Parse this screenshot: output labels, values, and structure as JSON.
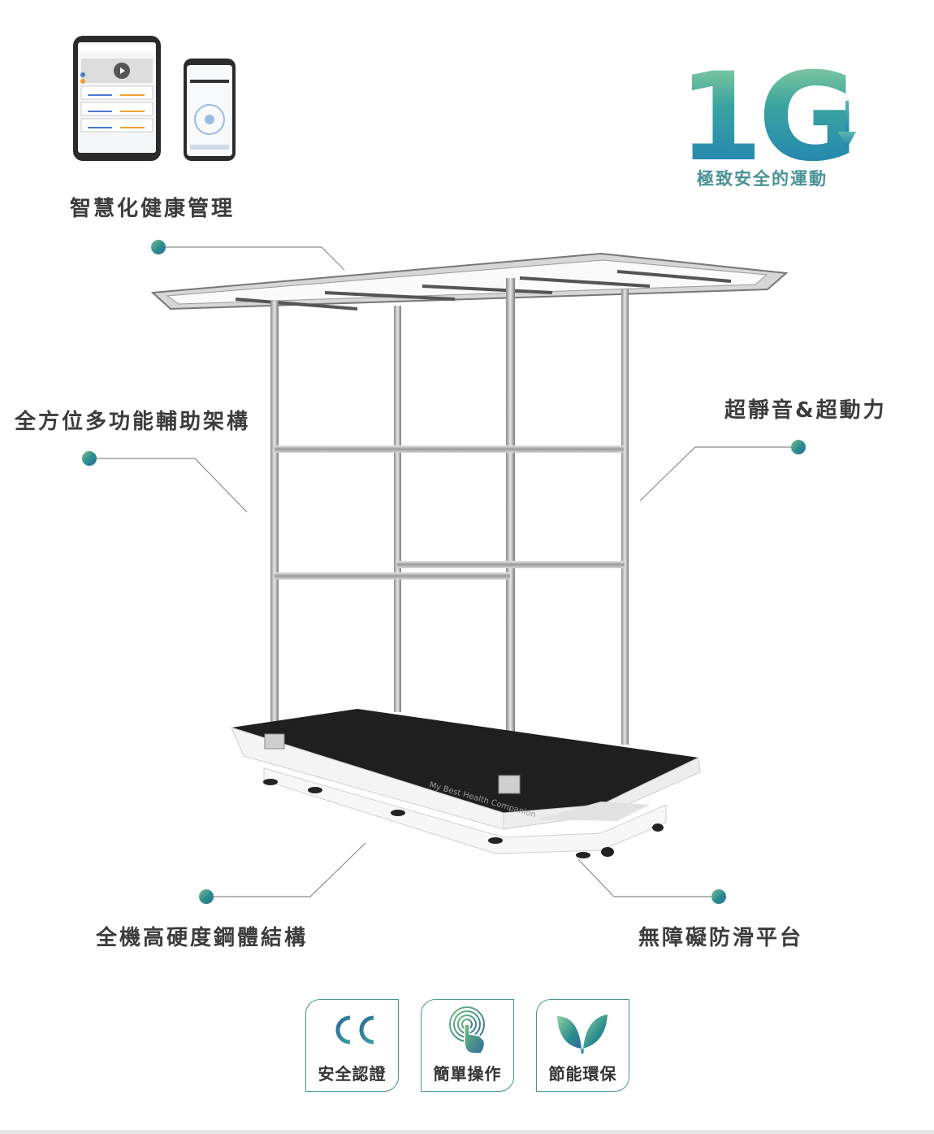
{
  "hero": {
    "big_text": "1G",
    "subtitle": "極致安全的運動",
    "accent_gradient": [
      "#8fd0a0",
      "#3aa4a0",
      "#1f7fb4"
    ]
  },
  "features": {
    "smart_health": "智慧化健康管理",
    "multi_frame": "全方位多功能輔助架構",
    "quiet_power": "超靜音&超動力",
    "steel_structure": "全機高硬度鋼體結構",
    "anti_slip": "無障礙防滑平台"
  },
  "product": {
    "deck_text": "My Best Health Companion"
  },
  "badges": [
    {
      "icon": "ce-mark-icon",
      "label": "安全認證"
    },
    {
      "icon": "touch-finger-icon",
      "label": "簡單操作"
    },
    {
      "icon": "leaf-icon",
      "label": "節能環保"
    }
  ],
  "colors": {
    "accent": "#4a9396",
    "text": "#3c3c3c",
    "leader_line": "#8a8a8a"
  }
}
